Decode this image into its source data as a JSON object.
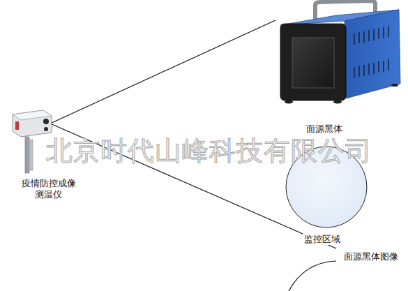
{
  "diagram": {
    "labels": [
      "面源黑体",
      "北京时代山峰科技有限公司",
      "疫情防控成像 测温仪",
      "监控区域",
      "面源黑体图像"
    ]
  }
}
